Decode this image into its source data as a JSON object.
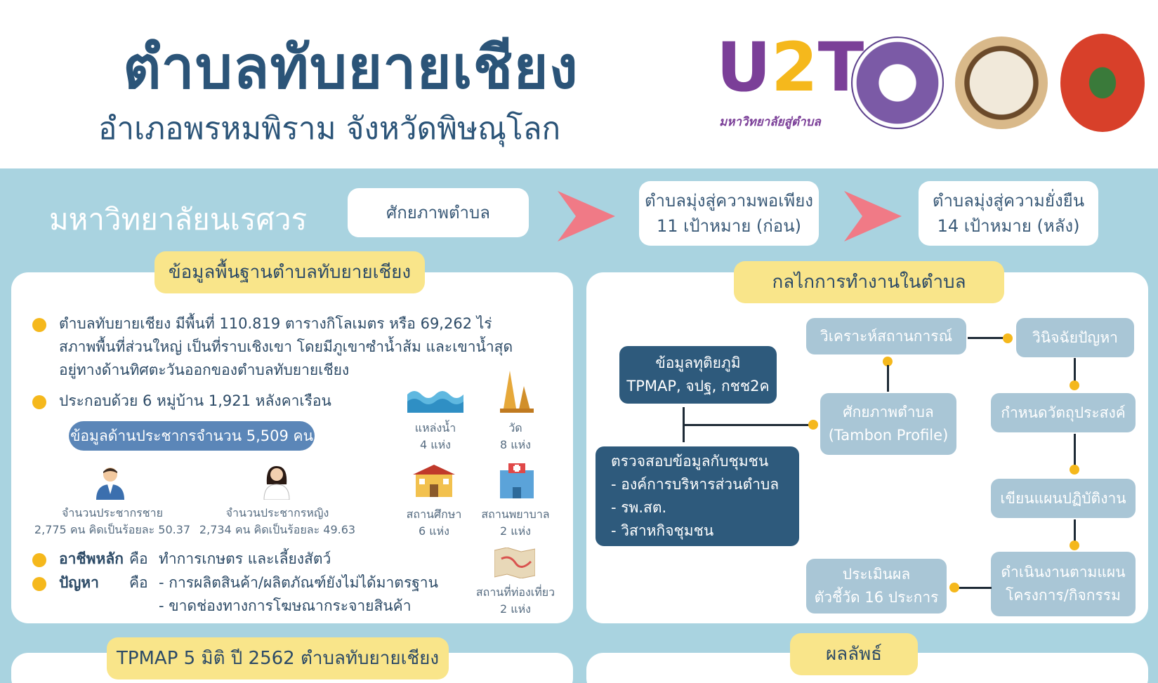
{
  "header": {
    "title": "ตำบลทับยายเชียง",
    "subtitle": "อำเภอพรหมพิราม จังหวัดพิษณุโลก",
    "logos": {
      "u2t_text_u": "U",
      "u2t_text_2": "2",
      "u2t_text_t": "T",
      "u2t_sub": "มหาวิทยาลัยสู่ตำบล"
    }
  },
  "top_row": {
    "university": "มหาวิทยาลัยนเรศวร",
    "potential_label": "ศักยภาพตำบล",
    "sufficiency_line1": "ตำบลมุ่งสู่ความพอเพียง",
    "sufficiency_line2": "11 เป้าหมาย (ก่อน)",
    "sustain_line1": "ตำบลมุ่งสู่ความยั่งยืน",
    "sustain_line2": "14 เป้าหมาย (หลัง)"
  },
  "basic_info": {
    "heading": "ข้อมูลพื้นฐานตำบลทับยายเชียง",
    "area_line1": "ตำบลทับยายเชียง มีพื้นที่ 110.819 ตารางกิโลเมตร หรือ 69,262 ไร่",
    "area_line2": "สภาพพื้นที่ส่วนใหญ่ เป็นที่ราบเชิงเขา โดยมีภูเขาซำน้ำส้ม และเขาน้ำสุด",
    "area_line3": "อยู่ทางด้านทิศตะวันออกของตำบลทับยายเชียง",
    "villages": "ประกอบด้วย 6 หมู่บ้าน 1,921 หลังคาเรือน",
    "population_badge": "ข้อมูลด้านประชากรจำนวน 5,509 คน",
    "male_label": "จำนวนประชากรชาย",
    "male_value": "2,775 คน คิดเป็นร้อยละ 50.37",
    "female_label": "จำนวนประชากรหญิง",
    "female_value": "2,734 คน คิดเป็นร้อยละ 49.63",
    "water_label": "แหล่งน้ำ",
    "water_value": "4 แห่ง",
    "temple_label": "วัด",
    "temple_value": "8 แห่ง",
    "school_label": "สถานศึกษา",
    "school_value": "6 แห่ง",
    "hospital_label": "สถานพยาบาล",
    "hospital_value": "2 แห่ง",
    "tourism_label": "สถานที่ท่องเที่ยว",
    "tourism_value": "2 แห่ง",
    "occupation_key": "อาชีพหลัก",
    "occupation_is": "คือ",
    "occupation_value": "ทำการเกษตร และเลี้ยงสัตว์",
    "problem_key": "ปัญหา",
    "problem_is": "คือ",
    "problem_1": "- การผลิตสินค้า/ผลิตภัณฑ์ยังไม่ได้มาตรฐาน",
    "problem_2": "- ขาดช่องทางการโฆษณากระจายสินค้า"
  },
  "mechanism": {
    "heading": "กลไกการทำงานในตำบล",
    "secondary_line1": "ข้อมูลทุติยภูมิ",
    "secondary_line2": "TPMAP, จปฐ, กชช2ค",
    "verify_title": "ตรวจสอบข้อมูลกับชุมชน",
    "verify_1": "- องค์การบริหารส่วนตำบล",
    "verify_2": "- รพ.สต.",
    "verify_3": "- วิสาหกิจชุมชน",
    "analyze": "วิเคราะห์สถานการณ์",
    "profile_line1": "ศักยภาพตำบล",
    "profile_line2": "(Tambon Profile)",
    "diagnose": "วินิจฉัยปัญหา",
    "objective": "กำหนดวัตถุประสงค์",
    "plan": "เขียนแผนปฏิบัติงาน",
    "operate_line1": "ดำเนินงานตามแผน",
    "operate_line2": "โครงการ/กิจกรรม",
    "evaluate_line1": "ประเมินผล",
    "evaluate_line2": "ตัวชี้วัด 16 ประการ"
  },
  "bottom": {
    "tpmap_heading": "TPMAP 5 มิติ ปี 2562 ตำบลทับยายเชียง",
    "results_heading": "ผลลัพธ์"
  },
  "colors": {
    "accent_blue": "#2b5478",
    "bg_blue": "#a9d3e0",
    "yellow": "#f9e58a",
    "dot_yellow": "#f5b81c",
    "dark_box": "#2e5a7c",
    "light_box": "#a9c6d6",
    "arrow_pink": "#f07a86"
  }
}
